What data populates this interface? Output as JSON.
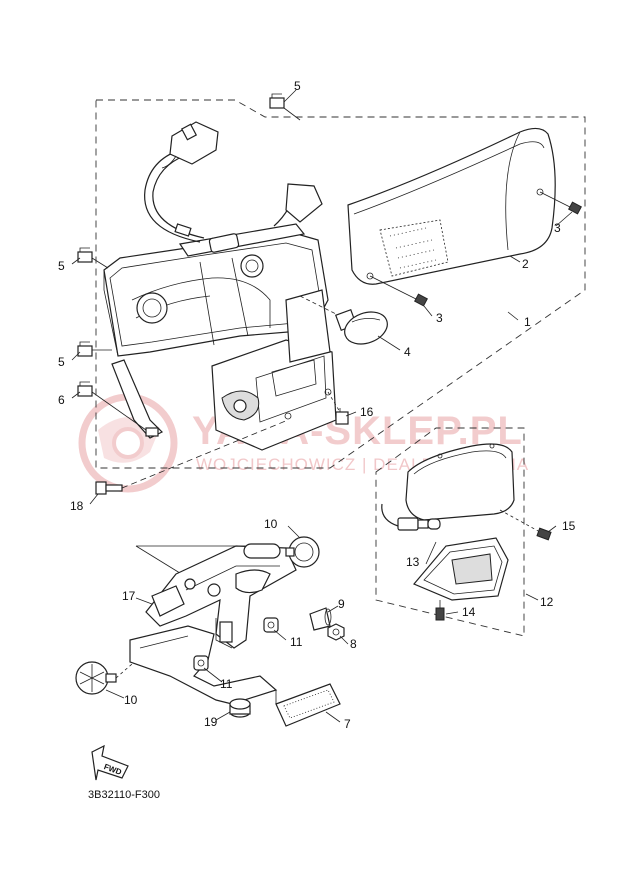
{
  "diagram": {
    "code": "3B32110-F300",
    "fwd_label": "FWD",
    "callouts": [
      {
        "id": "c1",
        "label": "1"
      },
      {
        "id": "c2",
        "label": "2"
      },
      {
        "id": "c3a",
        "label": "3"
      },
      {
        "id": "c3b",
        "label": "3"
      },
      {
        "id": "c4",
        "label": "4"
      },
      {
        "id": "c5a",
        "label": "5"
      },
      {
        "id": "c5b",
        "label": "5"
      },
      {
        "id": "c5c",
        "label": "5"
      },
      {
        "id": "c6",
        "label": "6"
      },
      {
        "id": "c7",
        "label": "7"
      },
      {
        "id": "c8",
        "label": "8"
      },
      {
        "id": "c9",
        "label": "9"
      },
      {
        "id": "c10a",
        "label": "10"
      },
      {
        "id": "c10b",
        "label": "10"
      },
      {
        "id": "c11a",
        "label": "11"
      },
      {
        "id": "c11b",
        "label": "11"
      },
      {
        "id": "c12",
        "label": "12"
      },
      {
        "id": "c13",
        "label": "13"
      },
      {
        "id": "c14",
        "label": "14"
      },
      {
        "id": "c15",
        "label": "15"
      },
      {
        "id": "c16",
        "label": "16"
      },
      {
        "id": "c17",
        "label": "17"
      },
      {
        "id": "c18",
        "label": "18"
      },
      {
        "id": "c19",
        "label": "19"
      }
    ]
  },
  "watermark": {
    "brand": "YAMA-SKLEP.PL",
    "subtitle": "WOJCIECHOWICZ | DEALER YAMAHA"
  },
  "colors": {
    "line": "#222222",
    "watermark": "#e9a3a6"
  }
}
